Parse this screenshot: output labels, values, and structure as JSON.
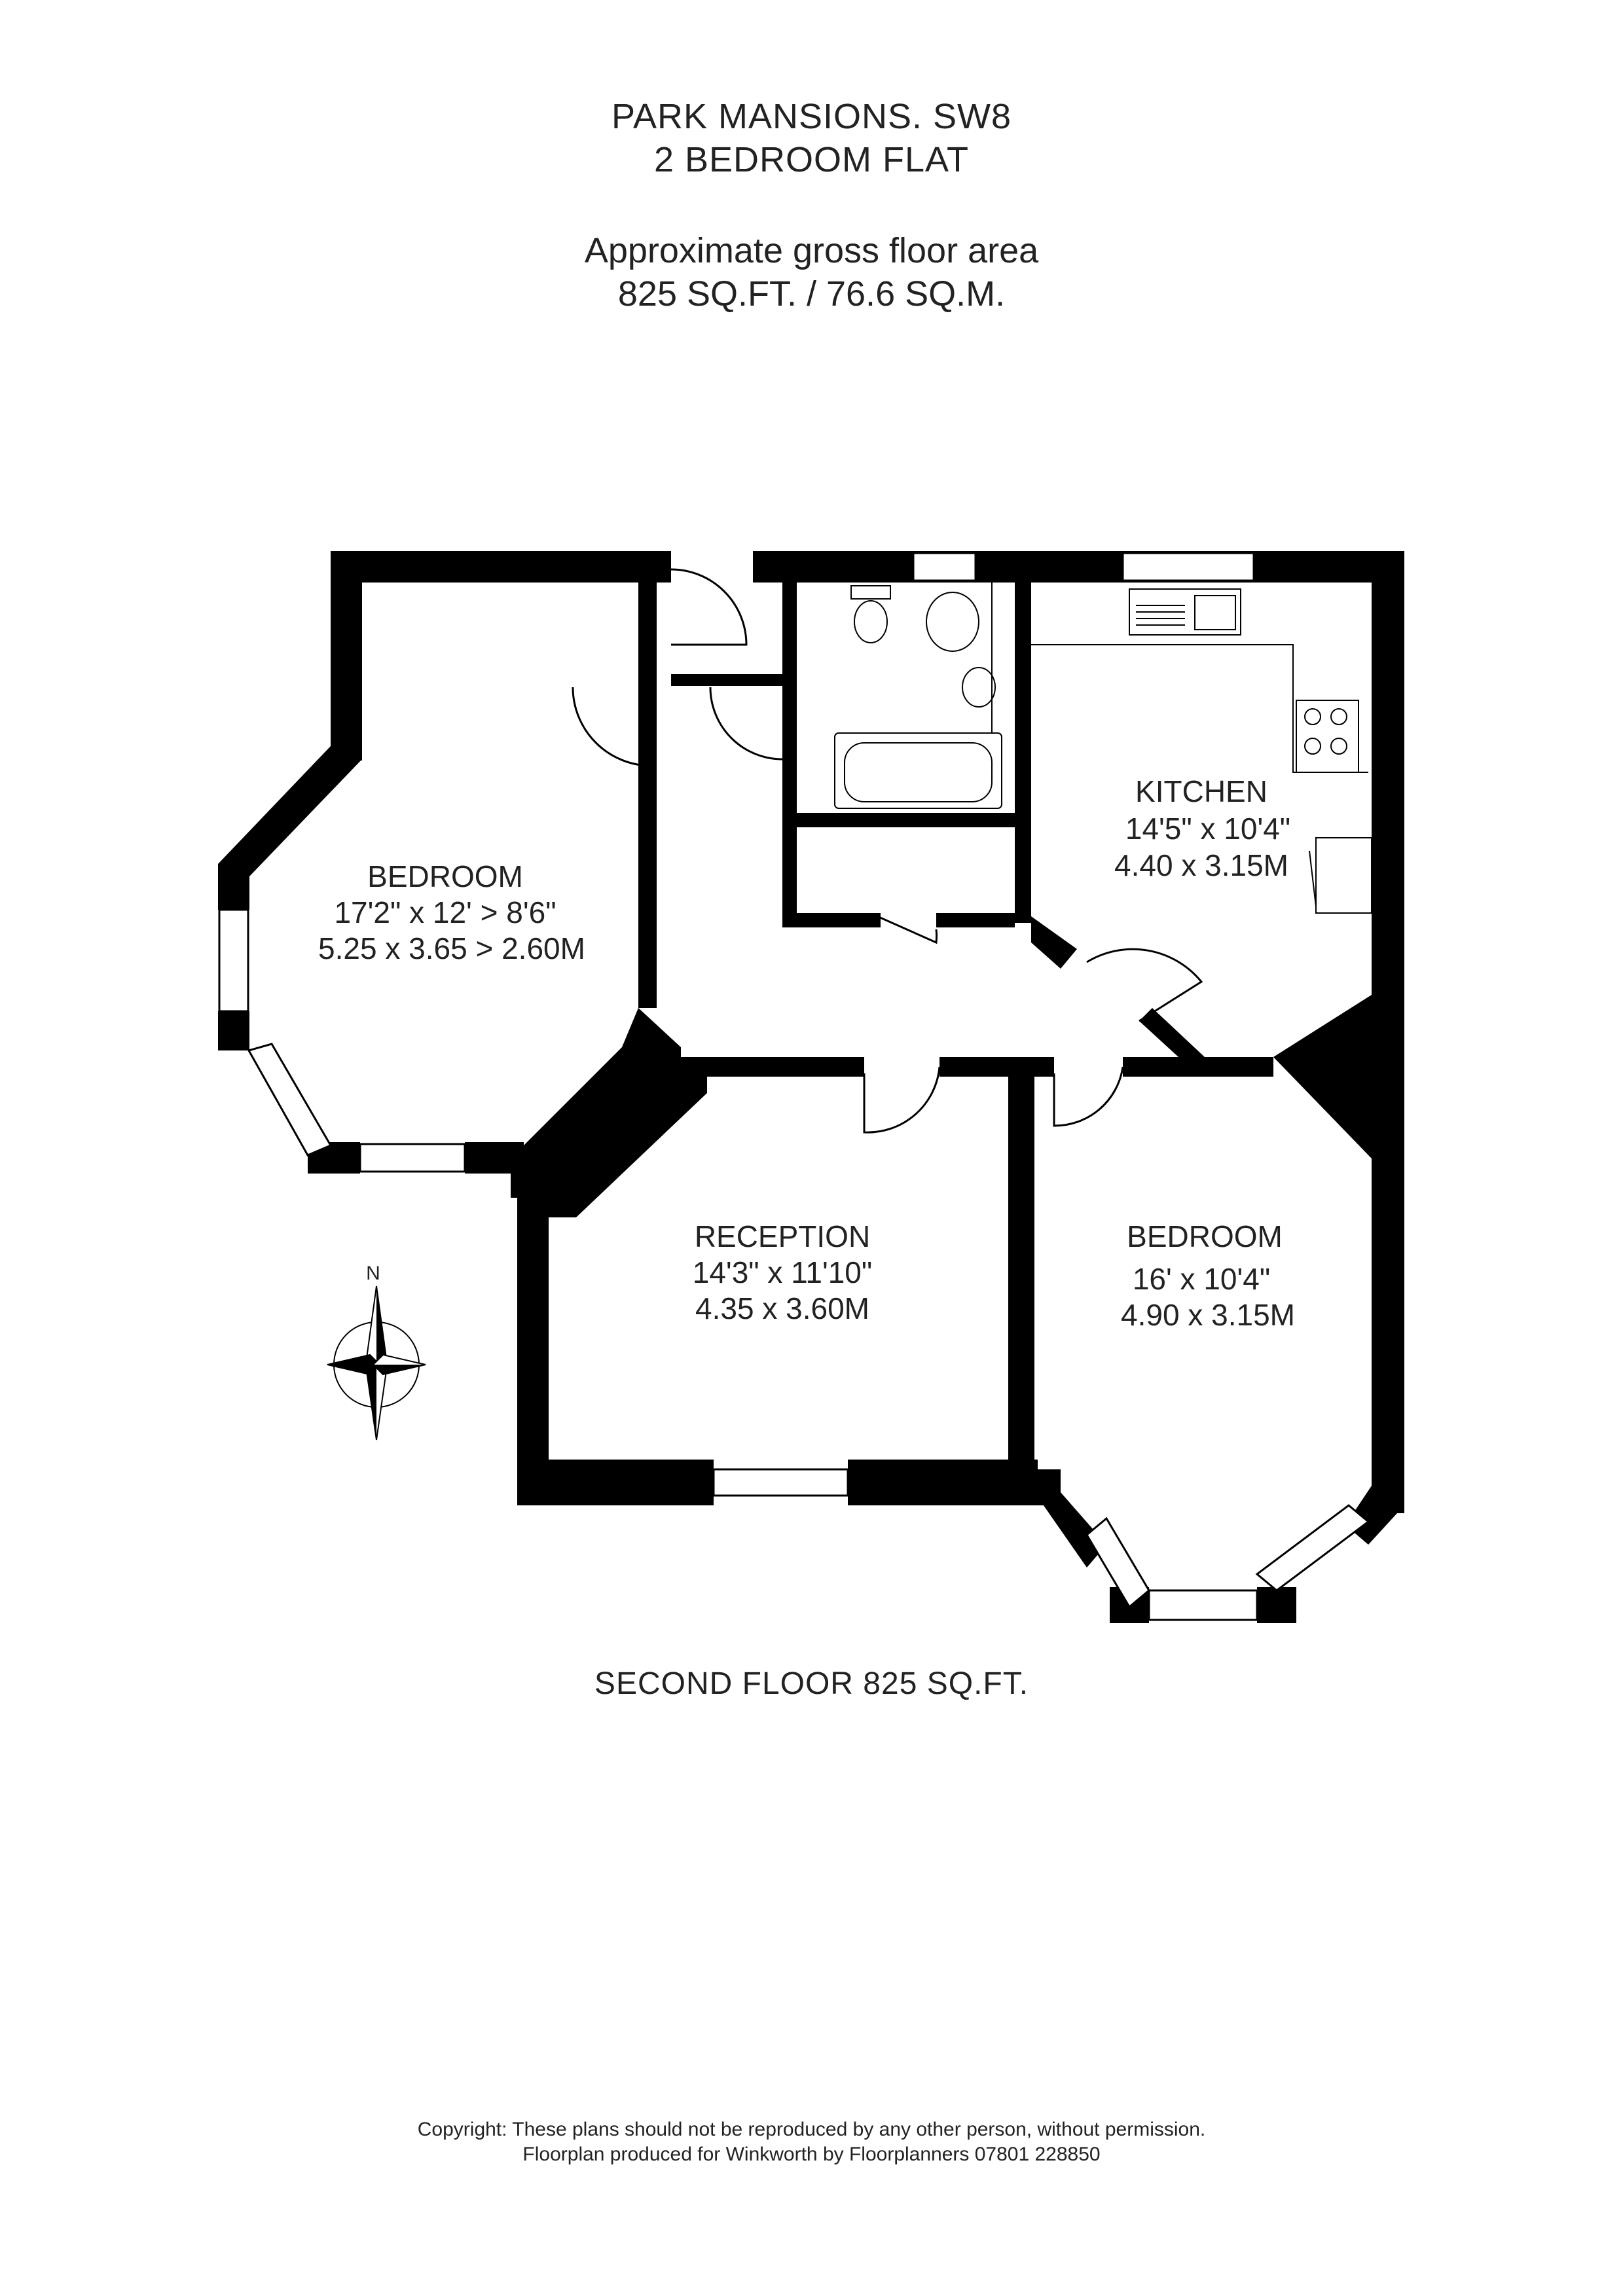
{
  "header": {
    "property": "PARK MANSIONS. SW8",
    "flat_type": "2 BEDROOM FLAT",
    "area_label": "Approximate gross floor area",
    "area_value": "825 SQ.FT. / 76.6 SQ.M."
  },
  "rooms": {
    "bedroom1": {
      "name": "BEDROOM",
      "imperial": "17'2\" x 12' > 8'6\"",
      "metric": "5.25 x 3.65 > 2.60M"
    },
    "kitchen": {
      "name": "KITCHEN",
      "imperial": "14'5\" x 10'4\"",
      "metric": "4.40 x 3.15M"
    },
    "reception": {
      "name": "RECEPTION",
      "imperial": "14'3\" x 11'10\"",
      "metric": "4.35 x 3.60M"
    },
    "bedroom2": {
      "name": "BEDROOM",
      "imperial": "16' x 10'4\"",
      "metric": "4.90 x 3.15M"
    }
  },
  "compass": {
    "north_label": "N"
  },
  "floor": {
    "label": "SECOND FLOOR 825 SQ.FT."
  },
  "footer": {
    "copyright": "Copyright: These plans should not be reproduced by any other person, without permission.",
    "producer": "Floorplan produced for Winkworth by Floorplanners 07801 228850"
  },
  "colors": {
    "wall": "#000000",
    "window": "#ffffff",
    "text": "#222222"
  }
}
